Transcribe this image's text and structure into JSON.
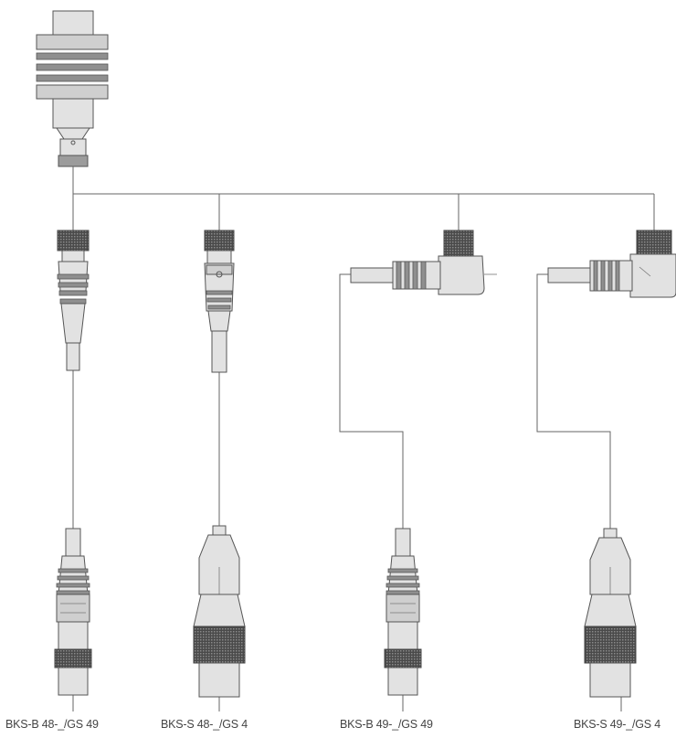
{
  "diagram": {
    "captions": [
      "BKS-B 48-_/GS 49",
      "BKS-S 48-_/GS 4",
      "BKS-B 49-_/GS 49",
      "BKS-S 49-_/GS 4"
    ]
  },
  "colors": {
    "line": "#666666",
    "body_fill": "#e2e2e2",
    "knurl_fill": "#5a5a5a"
  }
}
